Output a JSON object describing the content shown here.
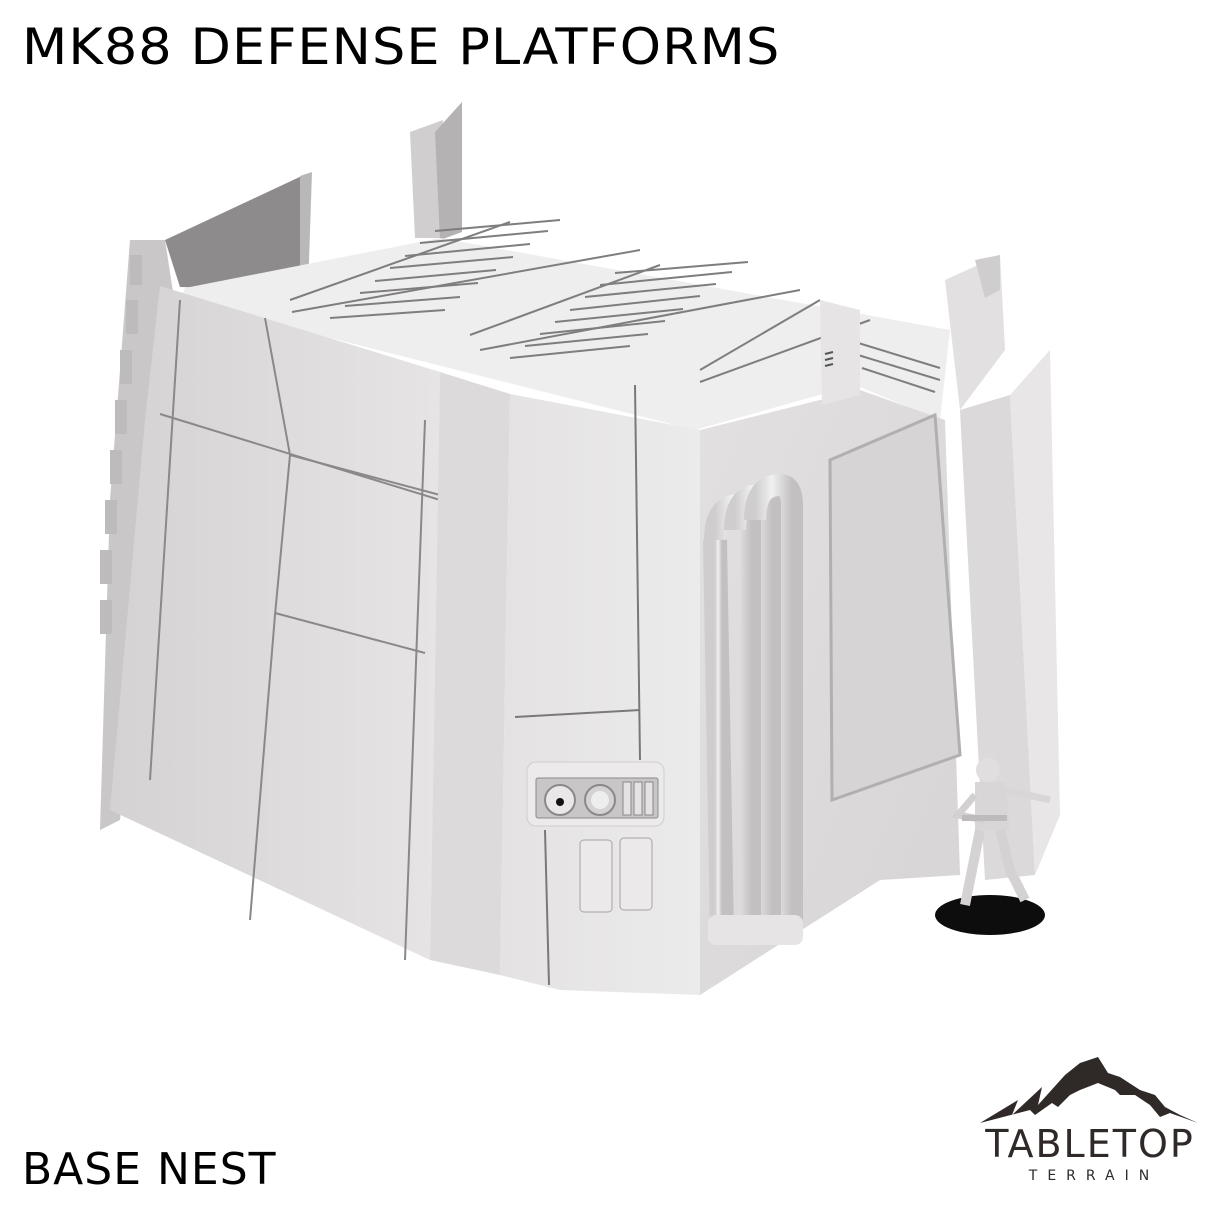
{
  "header": {
    "title": "MK88 DEFENSE PLATFORMS"
  },
  "product": {
    "name": "BASE NEST",
    "render_subject": "3D render of modular defense platform base nest with clone trooper miniature for scale"
  },
  "brand": {
    "logo_icon": "mountain-peak-icon",
    "name": "TABLETOP",
    "tagline": "TERRAIN",
    "color": "#2f2a28"
  },
  "colors": {
    "background": "#ffffff",
    "model_light": "#ebe9e9",
    "model_mid": "#d9d7d7",
    "model_shadow": "#9b9999",
    "miniature_base": "#0d0d0d"
  }
}
